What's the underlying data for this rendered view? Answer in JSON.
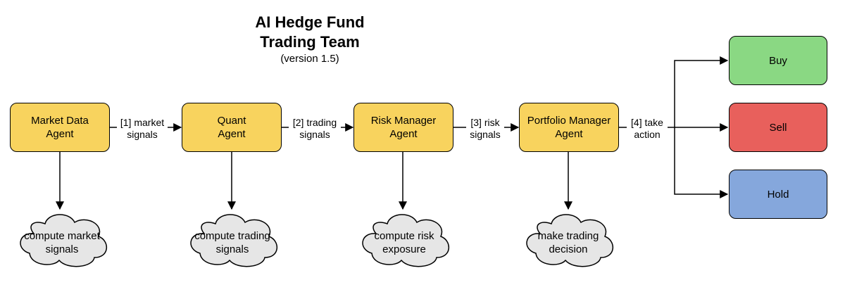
{
  "title": {
    "line1": "AI Hedge Fund",
    "line2": "Trading Team",
    "version": "(version 1.5)"
  },
  "agents": [
    {
      "line1": "Market Data",
      "line2": "Agent"
    },
    {
      "line1": "Quant",
      "line2": "Agent"
    },
    {
      "line1": "Risk Manager",
      "line2": "Agent"
    },
    {
      "line1": "Portfolio Manager",
      "line2": "Agent"
    }
  ],
  "edges": [
    {
      "line1": "[1] market",
      "line2": "signals"
    },
    {
      "line1": "[2] trading",
      "line2": "signals"
    },
    {
      "line1": "[3] risk",
      "line2": "signals"
    },
    {
      "line1": "[4] take",
      "line2": "action"
    }
  ],
  "clouds": [
    {
      "line1": "compute market",
      "line2": "signals"
    },
    {
      "line1": "compute trading",
      "line2": "signals"
    },
    {
      "line1": "compute risk",
      "line2": "exposure"
    },
    {
      "line1": "make trading",
      "line2": "decision"
    }
  ],
  "actions": {
    "buy": "Buy",
    "sell": "Sell",
    "hold": "Hold"
  },
  "colors": {
    "agent": "#f8d35e",
    "buy": "#8ad883",
    "sell": "#e8605c",
    "hold": "#85a7dc",
    "cloud": "#e6e6e6"
  }
}
